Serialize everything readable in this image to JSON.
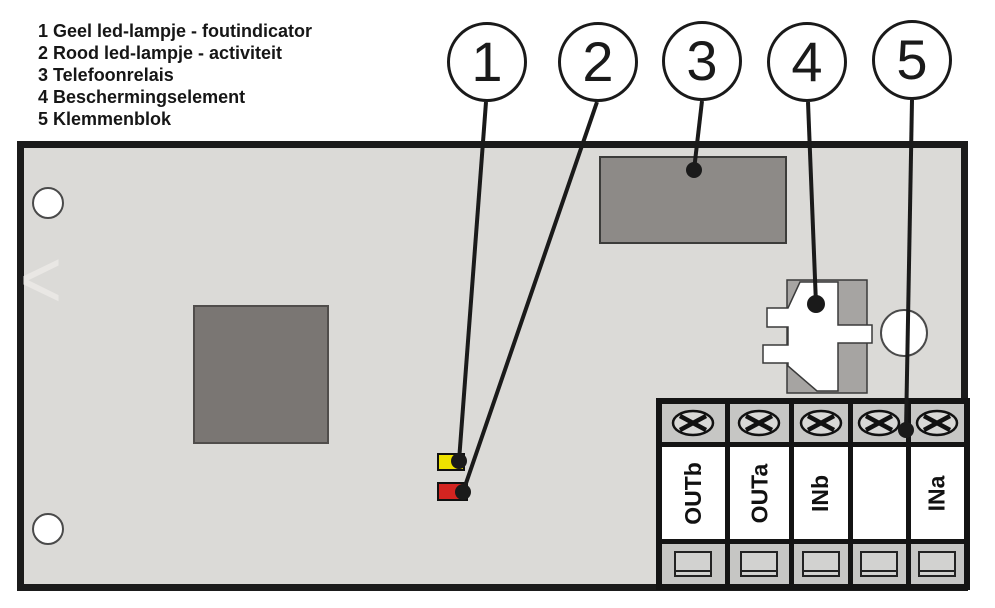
{
  "legend": {
    "items": [
      "1 Geel led-lampje - foutindicator",
      "2 Rood led-lampje - activiteit",
      "3 Telefoonrelais",
      "4 Beschermingselement",
      "5 Klemmenblok"
    ]
  },
  "callouts": [
    {
      "num": "1"
    },
    {
      "num": "2"
    },
    {
      "num": "3"
    },
    {
      "num": "4"
    },
    {
      "num": "5"
    }
  ],
  "terminal_block": {
    "labels": [
      "OUTb",
      "OUTa",
      "INb",
      "",
      "INa"
    ]
  },
  "icons": {
    "screw": "screw-head-icon",
    "chevron_watermark": "chevron-left-icon"
  },
  "colors": {
    "led_yellow": "#eee200",
    "led_red": "#d42420",
    "board_bg": "#dbdad7",
    "relay_gray": "#8d8a87",
    "chip_gray": "#7a7673",
    "protection_gray": "#a6a4a2",
    "terminal_gray": "#c6c6c4",
    "line_black": "#1a1a1a"
  }
}
